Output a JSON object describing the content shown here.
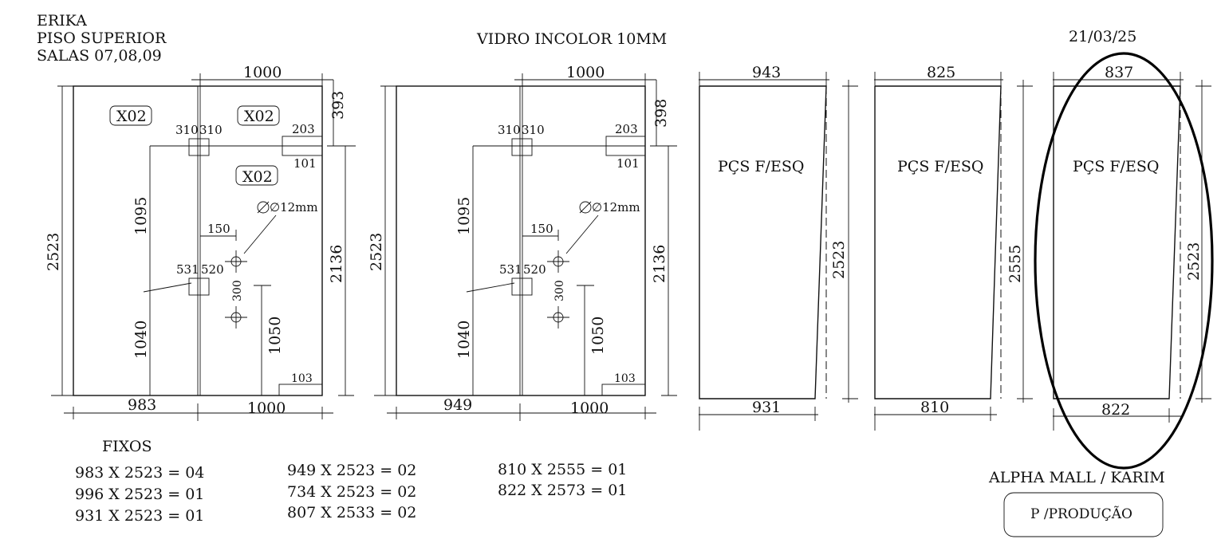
{
  "header": {
    "client": "ERIKA",
    "floor": "PISO SUPERIOR",
    "rooms": "SALAS 07,08,09",
    "material": "VIDRO INCOLOR 10MM",
    "date": "21/03/25"
  },
  "panel1": {
    "top_width": "1000",
    "tags": [
      "X02",
      "X02",
      "X02"
    ],
    "upper_right_height": "393",
    "hinge_top_a": "310",
    "hinge_top_b": "310",
    "lock_top": "203",
    "lock_bottom": "101",
    "hole": "∅12mm",
    "height_left": "2523",
    "height_upper": "1095",
    "offset_150": "150",
    "hinge_bot_a": "531",
    "hinge_bot_b": "520",
    "hole_spacing": "300",
    "height_lower": "1040",
    "handle_height": "1050",
    "height_right": "2136",
    "corner_cut": "103",
    "bottom_left": "983",
    "bottom_right": "1000"
  },
  "panel2": {
    "top_width": "1000",
    "hinge_top_a": "310",
    "hinge_top_b": "310",
    "lock_top": "203",
    "lock_bottom": "101",
    "upper_right_height": "398",
    "hole": "∅12mm",
    "height_left": "2523",
    "height_upper": "1095",
    "offset_150": "150",
    "hinge_bot_a": "531",
    "hinge_bot_b": "520",
    "hole_spacing": "300",
    "height_lower": "1040",
    "handle_height": "1050",
    "height_right": "2136",
    "corner_cut": "103",
    "bottom_left": "949",
    "bottom_right": "1000"
  },
  "panel3": {
    "top": "943",
    "label": "PÇS F/ESQ",
    "height": "2523",
    "bottom": "931"
  },
  "panel4": {
    "top": "825",
    "label": "PÇS F/ESQ",
    "height": "2555",
    "bottom": "810"
  },
  "panel5": {
    "top": "837",
    "label": "PÇS F/ESQ",
    "height": "2523",
    "bottom": "822"
  },
  "fixos": {
    "title": "FIXOS",
    "col1": [
      "983 X 2523 = 04",
      "996 X 2523 = 01",
      "931 X 2523 = 01"
    ],
    "col2": [
      "949 X 2523 = 02",
      "734 X 2523 = 02",
      "807 X 2533 = 02"
    ],
    "col3": [
      "810 X 2555 = 01",
      "822 X 2573 = 01"
    ]
  },
  "footer": {
    "project": "ALPHA MALL / KARIM",
    "stamp": "P /PRODUÇÃO"
  }
}
